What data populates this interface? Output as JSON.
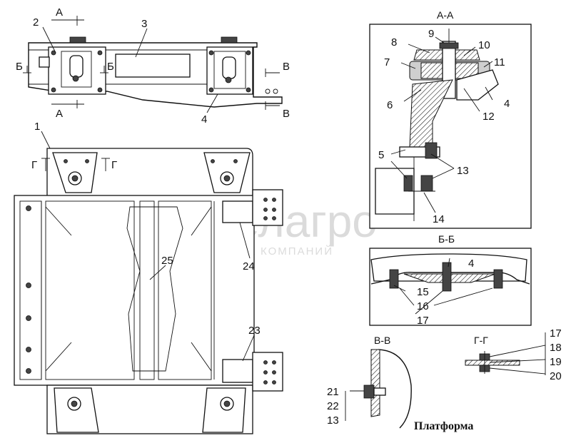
{
  "caption": "Платформа",
  "watermark": {
    "brand": "белагро",
    "tagline": "ГРУППА КОМПАНИЙ"
  },
  "top_view": {
    "section_marks": {
      "a_top": "А",
      "a_bottom": "А",
      "b_left": "Б",
      "b_right": "Б",
      "v_top": "В",
      "v_bottom": "В"
    },
    "callouts": {
      "c2": "2",
      "c3": "3",
      "c4": "4"
    }
  },
  "plan_view": {
    "section_marks": {
      "g_left": "Г",
      "g_right": "Г"
    },
    "callouts": {
      "c1": "1",
      "c25": "25",
      "c24": "24",
      "c23": "23"
    }
  },
  "section_aa": {
    "title": "А-А",
    "callouts": {
      "c9": "9",
      "c8": "8",
      "c10": "10",
      "c7": "7",
      "c11": "11",
      "c6": "6",
      "c4": "4",
      "c12": "12",
      "c5": "5",
      "c13": "13",
      "c14": "14"
    }
  },
  "section_bb": {
    "title": "Б-Б",
    "callouts": {
      "c4": "4",
      "c15": "15",
      "c16": "16",
      "c17": "17"
    }
  },
  "section_vv": {
    "title": "В-В",
    "callouts": {
      "c21": "21",
      "c22": "22",
      "c13": "13"
    }
  },
  "section_gg": {
    "title": "Г-Г",
    "callouts": {
      "c17": "17",
      "c18": "18",
      "c19": "19",
      "c20": "20"
    }
  }
}
